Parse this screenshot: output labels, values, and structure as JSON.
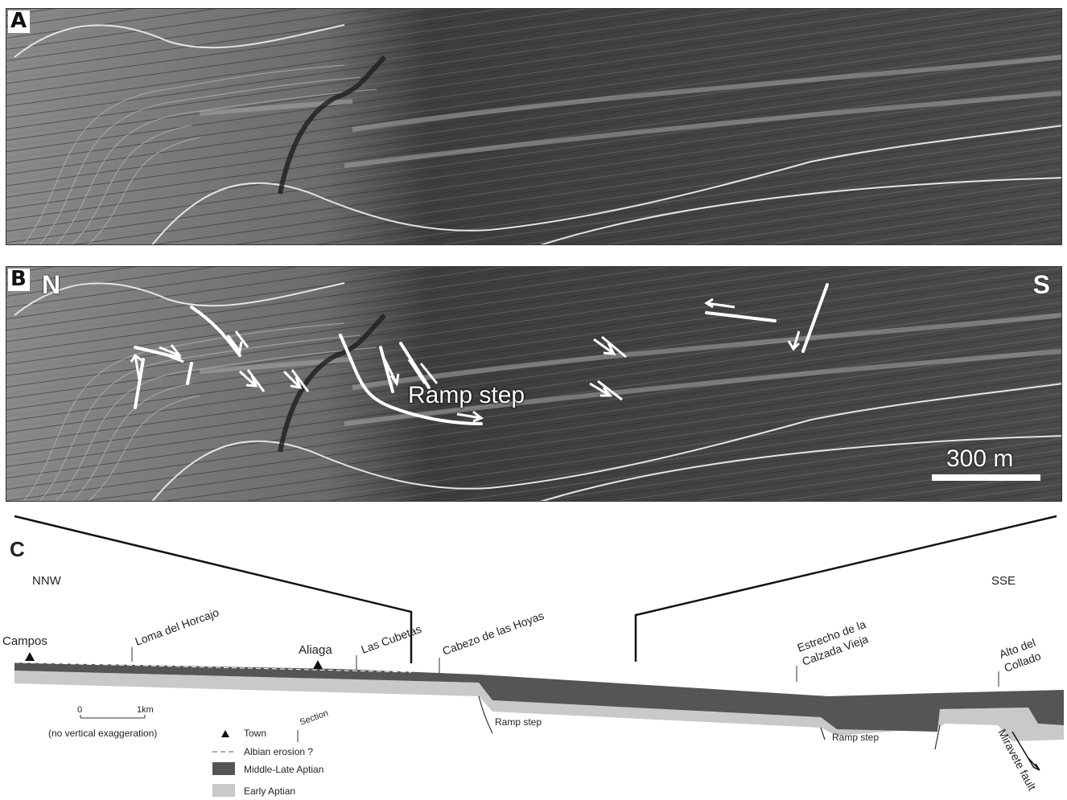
{
  "colors": {
    "middle_late_aptian": "#555555",
    "early_aptian": "#c9c9c9",
    "photo_dark": "#3c3c3c",
    "photo_light": "#9a9a9a",
    "annotation": "#ffffff"
  },
  "panel_a": {
    "letter": "A"
  },
  "panel_b": {
    "letter": "B",
    "north_label": "N",
    "south_label": "S",
    "ramp_step_label": "Ramp step",
    "scale_bar_label": "300 m"
  },
  "panel_c": {
    "letter": "C",
    "orientation_left": "NNW",
    "orientation_right": "SSE",
    "towns": [
      "Campos",
      "Aliaga"
    ],
    "localities": [
      "Loma del Horcajo",
      "Las Cubetas",
      "Cabezo de las Hoyas",
      "Estrecho de la",
      "Calzada Vieja",
      "Alto del",
      "Collado"
    ],
    "ramp_step_labels": [
      "Ramp step",
      "Ramp step"
    ],
    "fault_label": "Miravete fault",
    "scale": {
      "zero": "0",
      "one": "1km",
      "note": "(no vertical exaggeration)"
    },
    "legend": {
      "town": "Town",
      "section": "Section",
      "albian_erosion": "Albian erosion ?",
      "middle_late_aptian": "Middle-Late Aptian",
      "early_aptian": "Early Aptian"
    }
  }
}
